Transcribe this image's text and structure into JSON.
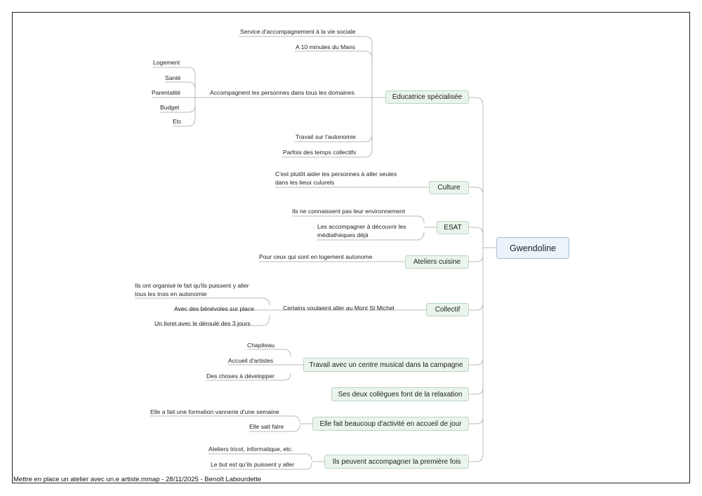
{
  "root": "Gwendoline",
  "branches": [
    {
      "label": "Educatrice spécialisée",
      "children": [
        "Service d'accompagnement à la vie sociale",
        "A 10 minutes du Mans",
        "Accompagnent les personnes dans tous les domaines",
        "Travail sur l'autonomie",
        "Parfois des temps collectifs"
      ],
      "sub": [
        "Logement",
        "Santé",
        "Parentalité",
        "Budget",
        "Etc"
      ]
    },
    {
      "label": "Culture",
      "children": [
        "C'est plutôt aider les personnes à aller seules",
        "dans les lieux culurels"
      ]
    },
    {
      "label": "ESAT",
      "children": [
        "Ils ne connaissent pas leur environnement",
        "Les accompagner à découvrir les",
        "médiathèques déjà"
      ]
    },
    {
      "label": "Ateliers cuisine",
      "children": [
        "Pour ceux qui sont en logement autonome"
      ]
    },
    {
      "label": "Collectif",
      "children": [
        "Certains voulaient aller au Mont St Michel"
      ],
      "sub": [
        "Ils ont organisé le fait qu'ils puissent y aller",
        "tous les trois en autonomie",
        "Avec des bénévoles sur place",
        "Un livret avec le déroulé des 3 jours"
      ]
    },
    {
      "label": "Travail avec un centre musical dans la campagne",
      "children": [
        "Chapiteau",
        "Accueil d'artistes",
        "Des choses à développer"
      ]
    },
    {
      "label": "Ses deux collègues font de la relaxation",
      "children": []
    },
    {
      "label": "Elle fait beaucoup d'activité en accueil de jour",
      "children": [
        "Elle a fait une formation vannerie d'une semaine",
        "Elle sait faire"
      ]
    },
    {
      "label": "Ils peuvent accompagner la première fois",
      "children": [
        "Ateliers tricot, informatique, etc.",
        "Le but est qu'ils puissent y aller"
      ]
    }
  ],
  "footer": "Mettre en place un atelier avec un.e artiste.mmap - 28/11/2025 - Benoît Labourdette"
}
